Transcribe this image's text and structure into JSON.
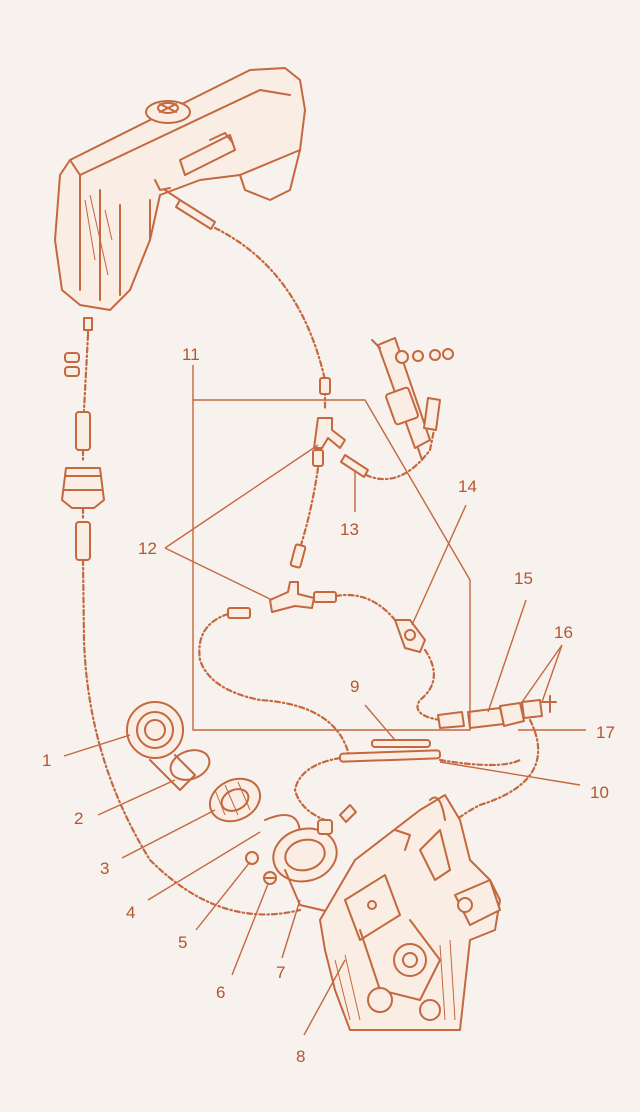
{
  "callouts": {
    "c1": "1",
    "c2": "2",
    "c3": "3",
    "c4": "4",
    "c5": "5",
    "c6": "6",
    "c7": "7",
    "c8": "8",
    "c9": "9",
    "c10": "10",
    "c11": "11",
    "c12": "12",
    "c13": "13",
    "c14": "14",
    "c15": "15",
    "c16": "16",
    "c17": "17"
  },
  "colors": {
    "ink": "#c4683f",
    "label": "#b5562d",
    "background": "#f7f2ee"
  }
}
